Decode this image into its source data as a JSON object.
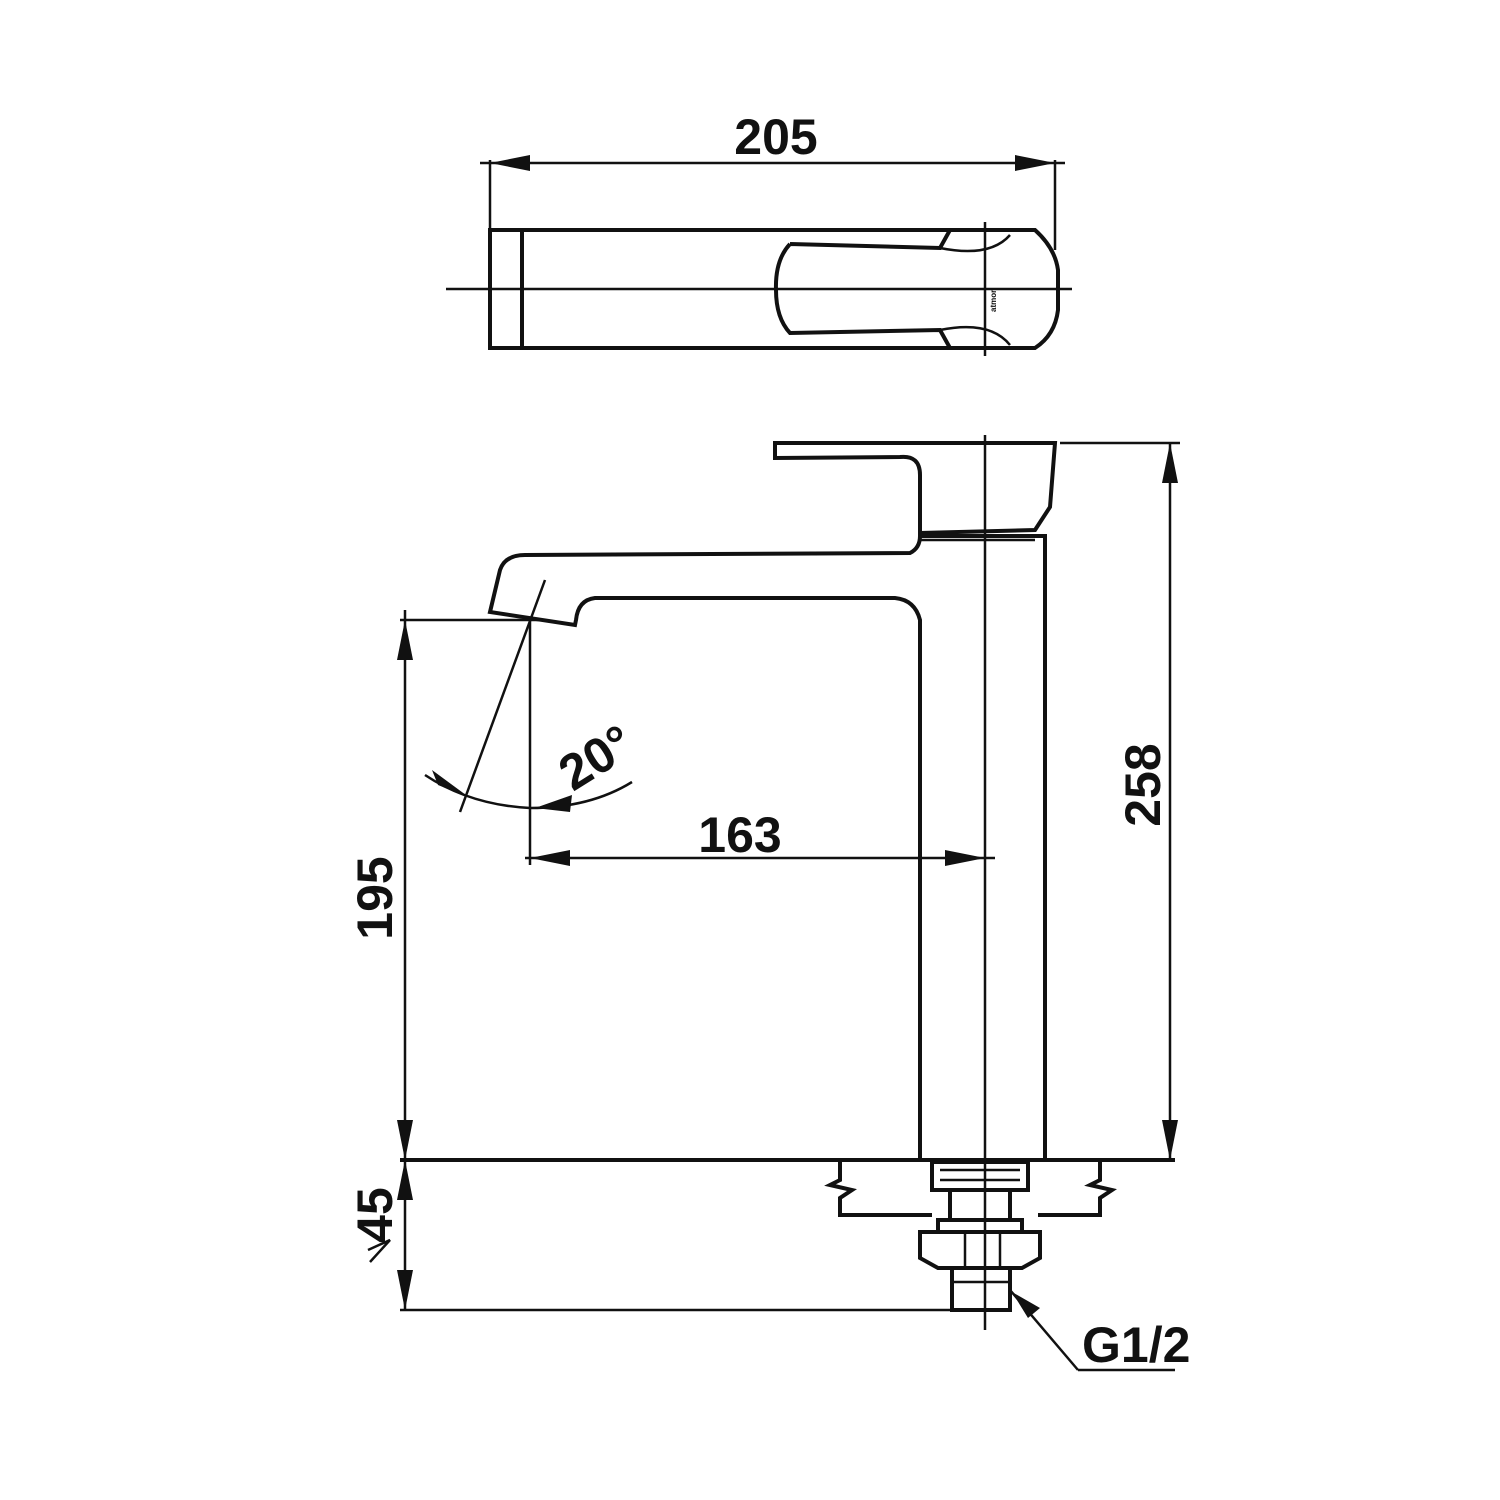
{
  "dimensions": {
    "top_width": "205",
    "total_height": "258",
    "spout_height": "195",
    "spout_reach": "163",
    "swivel_angle": "20°",
    "shank_length": "45",
    "connection_thread": "G1/2"
  },
  "brand_mark": "atmor",
  "colors": {
    "line": "#111111",
    "background": "#ffffff"
  }
}
